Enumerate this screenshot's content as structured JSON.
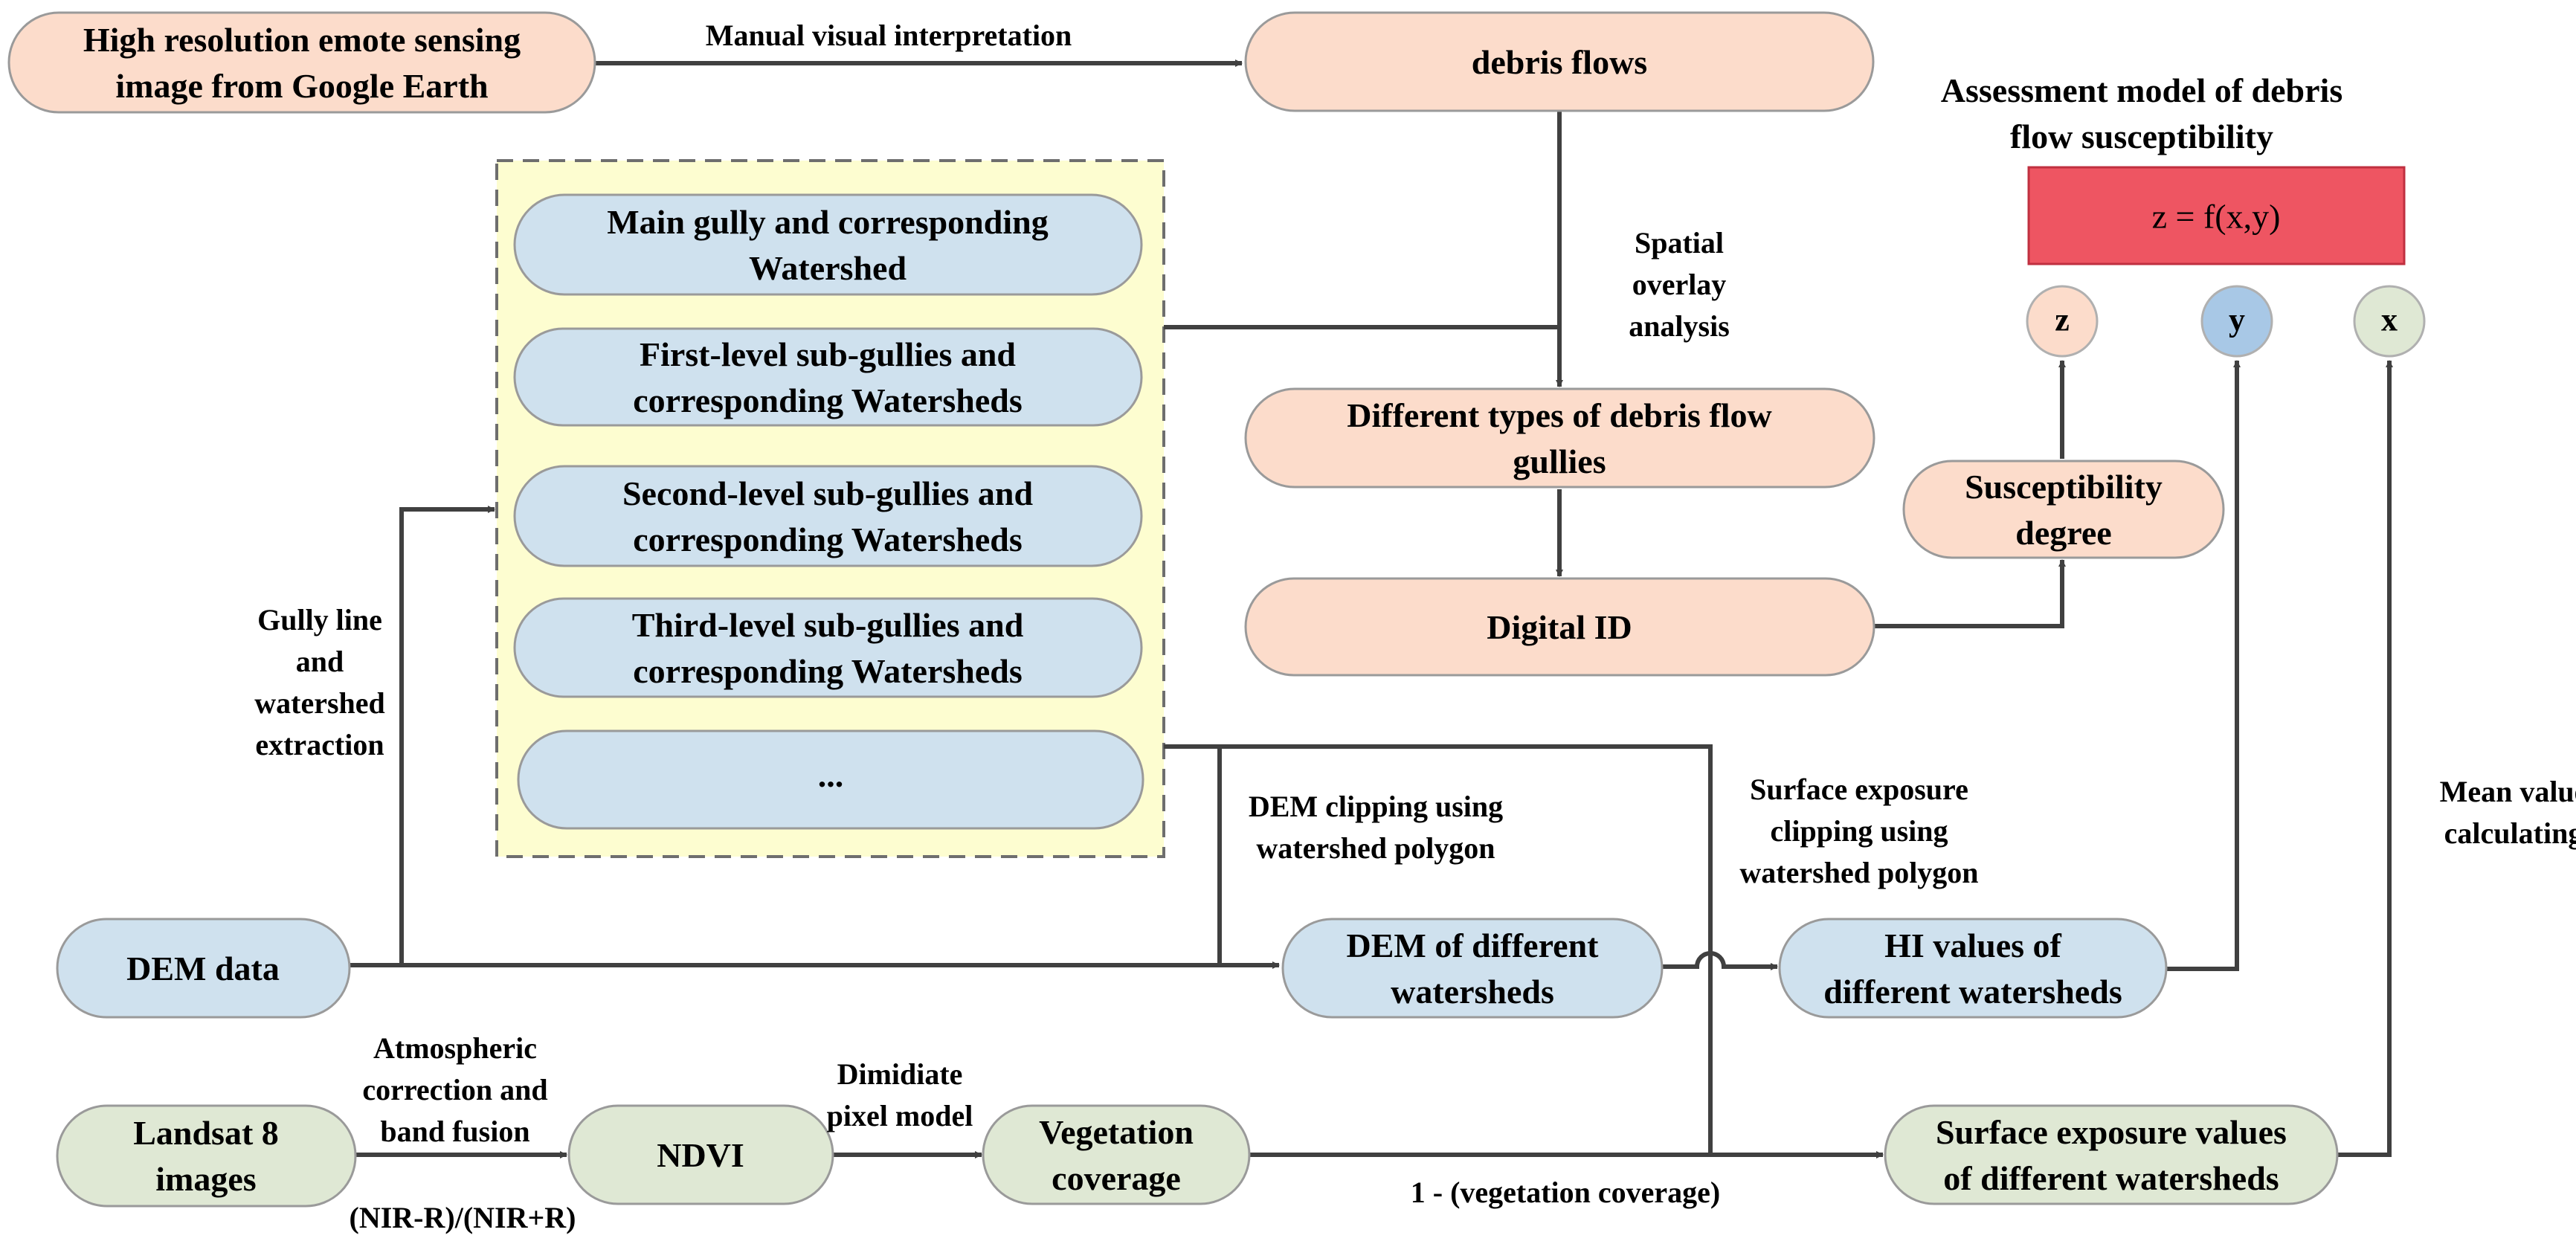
{
  "colors": {
    "orange_fill": "#fcdccb",
    "blue_fill": "#cfe1ee",
    "green_fill": "#dfe8d4",
    "model_fill": "#ee5562",
    "dashed_fill": "#fdfdd0",
    "line": "#404040"
  },
  "nodes": {
    "google_earth": {
      "lines": [
        "High resolution emote sensing",
        "image from Google Earth"
      ]
    },
    "debris_flows": {
      "lines": [
        "debris flows"
      ]
    },
    "main_gully": {
      "lines": [
        "Main gully and corresponding",
        "Watershed"
      ]
    },
    "first_level": {
      "lines": [
        "First-level sub-gullies and",
        "corresponding Watersheds"
      ]
    },
    "second_level": {
      "lines": [
        "Second-level sub-gullies and",
        "corresponding Watersheds"
      ]
    },
    "third_level": {
      "lines": [
        "Third-level sub-gullies and",
        "corresponding Watersheds"
      ]
    },
    "ellipsis": {
      "lines": [
        "..."
      ]
    },
    "gully_types": {
      "lines": [
        "Different types of debris flow",
        "gullies"
      ]
    },
    "digital_id": {
      "lines": [
        "Digital ID"
      ]
    },
    "susceptibility": {
      "lines": [
        "Susceptibility",
        "degree"
      ]
    },
    "dem_data": {
      "lines": [
        "DEM data"
      ]
    },
    "dem_watersheds": {
      "lines": [
        "DEM of different",
        "watersheds"
      ]
    },
    "hi_values": {
      "lines": [
        "HI values of",
        "different watersheds"
      ]
    },
    "landsat": {
      "lines": [
        "Landsat 8",
        "images"
      ]
    },
    "ndvi": {
      "lines": [
        "NDVI"
      ]
    },
    "vegetation": {
      "lines": [
        "Vegetation",
        "coverage"
      ]
    },
    "surface_exposure": {
      "lines": [
        "Surface exposure values",
        "of different watersheds"
      ]
    }
  },
  "model": {
    "title_lines": [
      "Assessment model of debris",
      "flow  susceptibility"
    ],
    "formula": "z = f(x,y)",
    "variables": [
      "z",
      "y",
      "x"
    ]
  },
  "labels": {
    "manual": [
      "Manual visual interpretation"
    ],
    "spatial": [
      "Spatial",
      "overlay",
      "analysis"
    ],
    "gully_line": [
      "Gully line",
      "and",
      "watershed",
      "extraction"
    ],
    "dem_clipping": [
      "DEM clipping using",
      "watershed polygon"
    ],
    "surface_clipping": [
      "Surface exposure",
      "clipping using",
      "watershed polygon"
    ],
    "mean_value": [
      "Mean value",
      "calculating"
    ],
    "atmospheric": [
      "Atmospheric",
      "correction and",
      "band fusion"
    ],
    "ndvi_formula": [
      "(NIR-R)/(NIR+R)"
    ],
    "dimidiate": [
      "Dimidiate",
      "pixel model"
    ],
    "one_minus": [
      "1 - (vegetation coverage)"
    ]
  }
}
